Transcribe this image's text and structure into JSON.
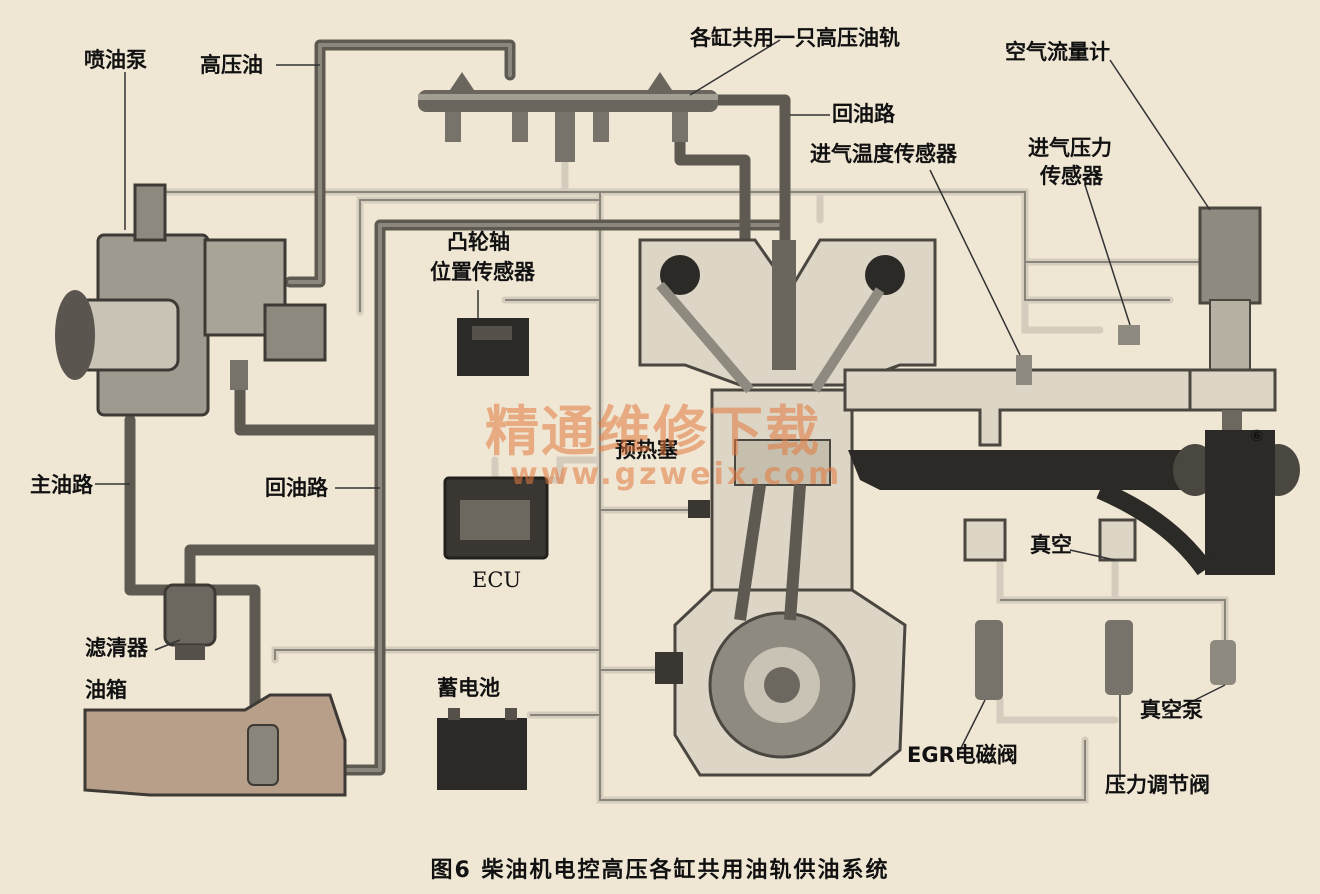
{
  "labels": {
    "injection_pump": "喷油泵",
    "high_pressure_oil": "高压油",
    "common_rail": "各缸共用一只高压油轨",
    "air_flow_meter": "空气流量计",
    "return_line_top": "回油路",
    "intake_temp_sensor": "进气温度传感器",
    "intake_pressure_sensor_1": "进气压力",
    "intake_pressure_sensor_2": "传感器",
    "camshaft_sensor_1": "凸轮轴",
    "camshaft_sensor_2": "位置传感器",
    "glow_plug": "预热塞",
    "ecu": "ECU",
    "main_oil_line": "主油路",
    "return_line_left": "回油路",
    "filter": "滤清器",
    "fuel_tank": "油箱",
    "battery": "蓄电池",
    "vacuum": "真空",
    "vacuum_pump": "真空泵",
    "egr_valve": "EGR电磁阀",
    "pressure_regulator": "压力调节阀",
    "circled_six": "⑥"
  },
  "watermark": {
    "text": "精通维修下载",
    "url": "www.gzweix.com"
  },
  "caption": "图6    柴油机电控高压各缸共用油轨供油系统",
  "colors": {
    "background": "#efe6d4",
    "pipe": "#5e5a52",
    "pipe_light": "#d9d2c2",
    "metal": "#8f8a80",
    "engine_fill": "#ddd6c6",
    "tank_fill": "#b89f8a",
    "watermark": "#e1783c"
  }
}
